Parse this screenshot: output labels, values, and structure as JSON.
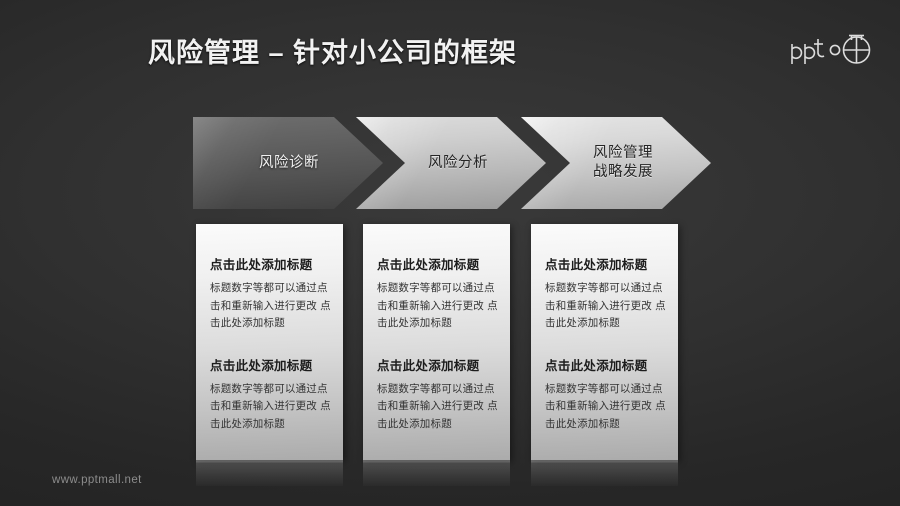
{
  "slide": {
    "title": "风险管理 – 针对小公司的框架",
    "background_color": "#2d2d2d",
    "watermark": "www.pptmall.net"
  },
  "logo": {
    "wordmark": "ppt",
    "icon_name": "pptmall-circle-logo"
  },
  "process": {
    "steps": [
      {
        "label": "风险诊断",
        "fill_color": "#5a5a5a",
        "text_color": "#f0f0f0"
      },
      {
        "label": "风险分析",
        "fill_color": "#c6c6c6",
        "text_color": "#262626"
      },
      {
        "label": "风险管理\n战略发展",
        "fill_color": "#d2d2d2",
        "text_color": "#262626"
      }
    ]
  },
  "panels": [
    {
      "blocks": [
        {
          "title": "点击此处添加标题",
          "text": "标题数字等都可以通过点击和重新输入进行更改 点击此处添加标题"
        },
        {
          "title": "点击此处添加标题",
          "text": "标题数字等都可以通过点击和重新输入进行更改 点击此处添加标题"
        }
      ]
    },
    {
      "blocks": [
        {
          "title": "点击此处添加标题",
          "text": "标题数字等都可以通过点击和重新输入进行更改 点击此处添加标题"
        },
        {
          "title": "点击此处添加标题",
          "text": "标题数字等都可以通过点击和重新输入进行更改 点击此处添加标题"
        }
      ]
    },
    {
      "blocks": [
        {
          "title": "点击此处添加标题",
          "text": "标题数字等都可以通过点击和重新输入进行更改 点击此处添加标题"
        },
        {
          "title": "点击此处添加标题",
          "text": "标题数字等都可以通过点击和重新输入进行更改 点击此处添加标题"
        }
      ]
    }
  ]
}
